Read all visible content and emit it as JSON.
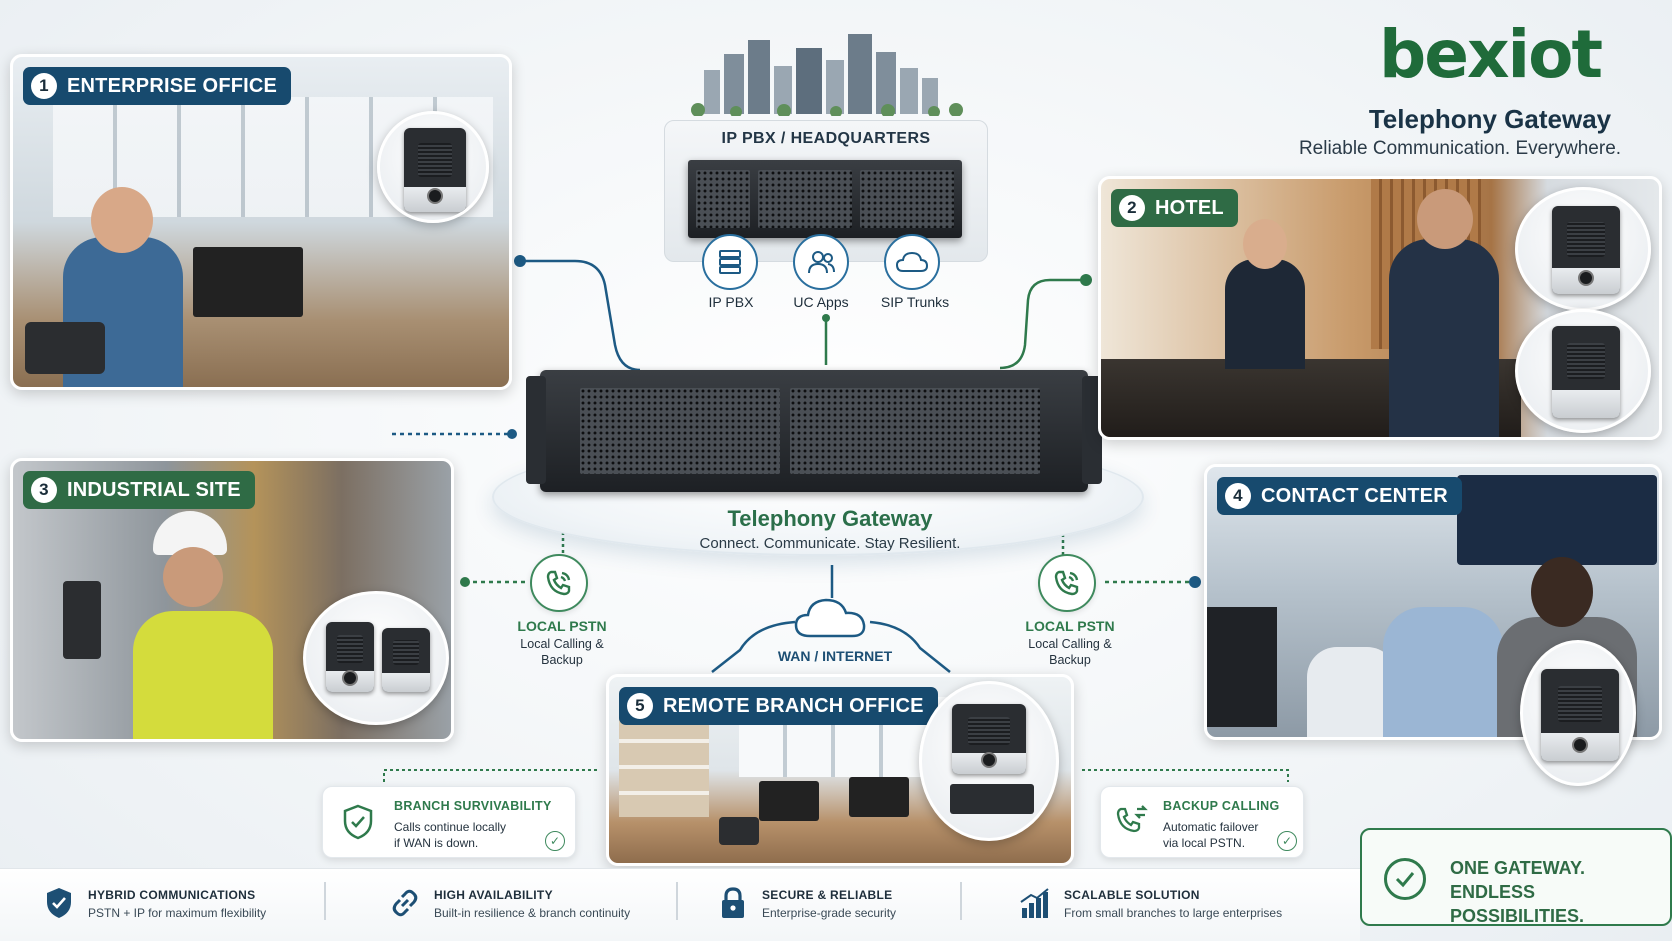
{
  "brand": {
    "logo": "bexiot",
    "product": "Telephony Gateway",
    "tagline": "Reliable Communication. Everywhere."
  },
  "headquarters": {
    "title": "IP PBX / HEADQUARTERS",
    "icons": [
      {
        "label": "IP PBX",
        "icon": "server-icon"
      },
      {
        "label": "UC Apps",
        "icon": "users-icon"
      },
      {
        "label": "SIP Trunks",
        "icon": "cloud-icon"
      }
    ]
  },
  "gateway": {
    "title": "Telephony Gateway",
    "subtitle": "Connect. Communicate. Stay Resilient."
  },
  "sites": [
    {
      "num": "1",
      "label": "ENTERPRISE OFFICE"
    },
    {
      "num": "2",
      "label": "HOTEL"
    },
    {
      "num": "3",
      "label": "INDUSTRIAL SITE"
    },
    {
      "num": "4",
      "label": "CONTACT CENTER"
    },
    {
      "num": "5",
      "label": "REMOTE BRANCH OFFICE"
    }
  ],
  "pstn_left": {
    "title": "LOCAL PSTN",
    "desc1": "Local Calling &",
    "desc2": "Backup"
  },
  "pstn_right": {
    "title": "LOCAL PSTN",
    "desc1": "Local Calling &",
    "desc2": "Backup"
  },
  "wan": {
    "label": "WAN / INTERNET"
  },
  "callouts": {
    "branch": {
      "title": "BRANCH SURVIVABILITY",
      "line1": "Calls continue locally",
      "line2": "if WAN is down."
    },
    "backup": {
      "title": "BACKUP CALLING",
      "line1": "Automatic failover",
      "line2": "via local PSTN."
    }
  },
  "features": [
    {
      "title": "HYBRID COMMUNICATIONS",
      "desc": "PSTN + IP for maximum flexibility",
      "icon": "shield-check-icon"
    },
    {
      "title": "HIGH AVAILABILITY",
      "desc": "Built-in resilience & branch continuity",
      "icon": "link-icon"
    },
    {
      "title": "SECURE & RELIABLE",
      "desc": "Enterprise-grade security",
      "icon": "lock-icon"
    },
    {
      "title": "SCALABLE SOLUTION",
      "desc": "From small branches to large enterprises",
      "icon": "bar-chart-icon"
    }
  ],
  "closing": {
    "line1": "ONE GATEWAY.",
    "line2": "ENDLESS POSSIBILITIES."
  },
  "colors": {
    "brand_green": "#2f6b45",
    "navy": "#174a6e",
    "accent_blue": "#2a6f9e"
  }
}
